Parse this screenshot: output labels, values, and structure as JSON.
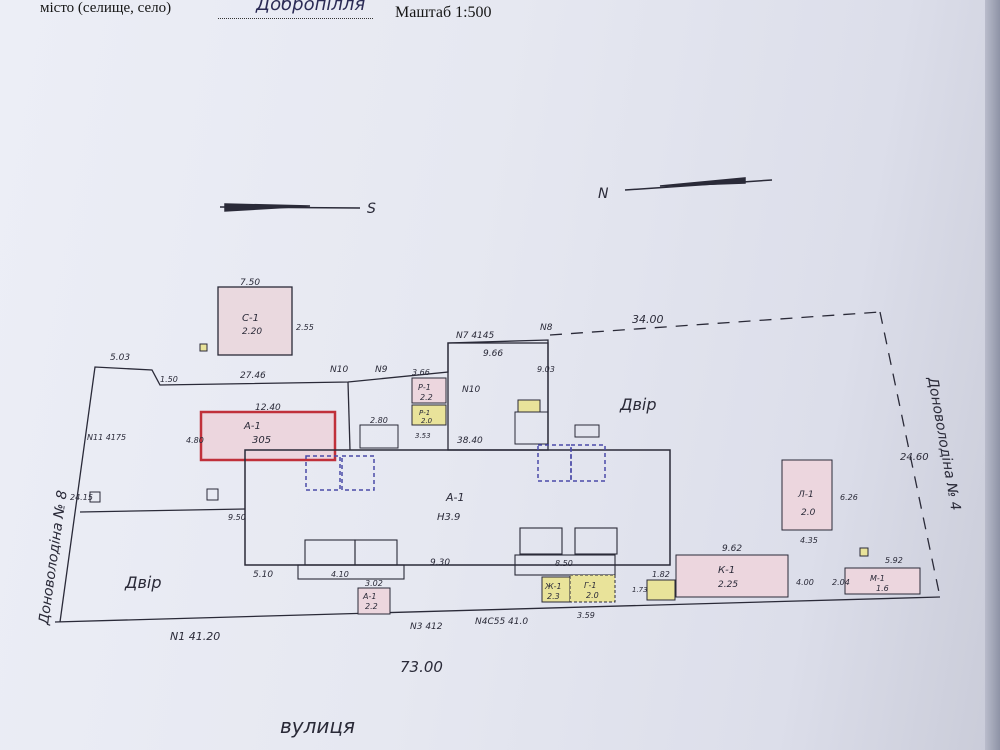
{
  "header": {
    "city_label": "місто (селище, село)",
    "city_value": "Добропілля",
    "scale": "Маштаб 1:500"
  },
  "compass": {
    "south": "S",
    "north": "N"
  },
  "streets": {
    "left": "Доноволодіна № 8",
    "right": "Доноволодіна № 4",
    "bottom": "вулиця"
  },
  "yard_labels": [
    "Двір",
    "Двір"
  ],
  "buildings": {
    "c1": {
      "name": "С-1",
      "area": "2.20"
    },
    "a1_small": {
      "name": "А-1",
      "area": "305"
    },
    "a1_main": {
      "name": "А-1",
      "area": "Н3.9"
    },
    "l1": {
      "name": "Л-1",
      "area": "2.0"
    },
    "k1": {
      "name": "К-1",
      "area": "2.25"
    },
    "m1": {
      "name": "М-1",
      "area": "1.6"
    },
    "p1": {
      "name": "Р-1",
      "area": "2.2"
    },
    "p1_lower": {
      "name": "Р-1",
      "area": "2.0"
    },
    "a1_bottom": {
      "name": "А-1",
      "area": "2.2"
    },
    "z1": {
      "name": "Ж-1",
      "area": "2.3"
    },
    "g1": {
      "name": "Г-1",
      "area": "2.0"
    }
  },
  "dimensions": {
    "top_line": "34.00",
    "total": "73.00",
    "bottom_left": "N1 41.20",
    "n7": "N7 4145",
    "n8": "N8",
    "n10a": "N10",
    "n9": "N9",
    "n10b": "N10",
    "n11": "N11 4175",
    "n3": "N3 412",
    "n4": "N4C55 41.0",
    "d503": "5.03",
    "d150": "1.50",
    "d2746": "27.46",
    "d750": "7.50",
    "d255": "2.55",
    "d1240": "12.40",
    "d480": "4.80",
    "d366": "3.66",
    "d966": "9.66",
    "d903": "9.03",
    "d3840": "38.40",
    "d280": "2.80",
    "d353": "3.53",
    "d2415": "24.15",
    "d950": "9.50",
    "d510": "5.10",
    "d930": "9.30",
    "d410": "4.10",
    "d850": "8.50",
    "d302": "3.02",
    "d359": "3.59",
    "d962": "9.62",
    "d400": "4.00",
    "d204": "2.04",
    "d592": "5.92",
    "d626": "6.26",
    "d435": "4.35",
    "d2460": "24.60",
    "d182": "1.82",
    "d173": "1.73"
  },
  "colors": {
    "ink": "#2a2a38",
    "red_outline": "#c0303a",
    "blue_dashed": "#4a4aa8",
    "yellow_fill": "#e9e39a",
    "pink_fill": "#ecd6de"
  }
}
